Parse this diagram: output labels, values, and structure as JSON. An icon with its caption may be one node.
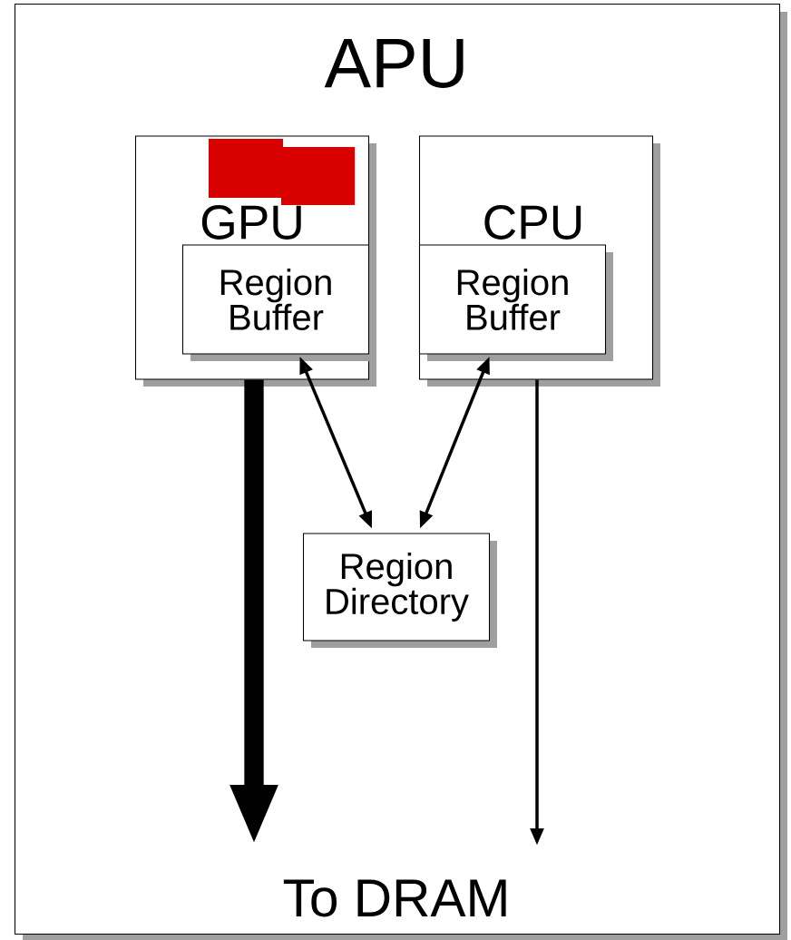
{
  "diagram": {
    "nodes": [
      {
        "text": [
          "APU"
        ]
      },
      {
        "text": [
          "GPU"
        ],
        "in": 0
      },
      {
        "text": [
          "Region Buffer"
        ],
        "in": 1
      },
      {
        "text": [
          "CPU"
        ],
        "in": 0
      },
      {
        "text": [
          "Region Buffer"
        ],
        "in": 3
      },
      {
        "text": [
          "Region Directory"
        ],
        "in": 0
      },
      {
        "text": [
          "To DRAM"
        ],
        "in": 0
      }
    ],
    "edges": [
      {
        "from": 2,
        "to": 5,
        "arrow": "both"
      },
      {
        "from": 4,
        "to": 5,
        "arrow": "both"
      },
      {
        "from": 1,
        "to": 6,
        "arrow": "to",
        "style": "thick"
      },
      {
        "from": 3,
        "to": 6,
        "arrow": "to"
      }
    ]
  }
}
